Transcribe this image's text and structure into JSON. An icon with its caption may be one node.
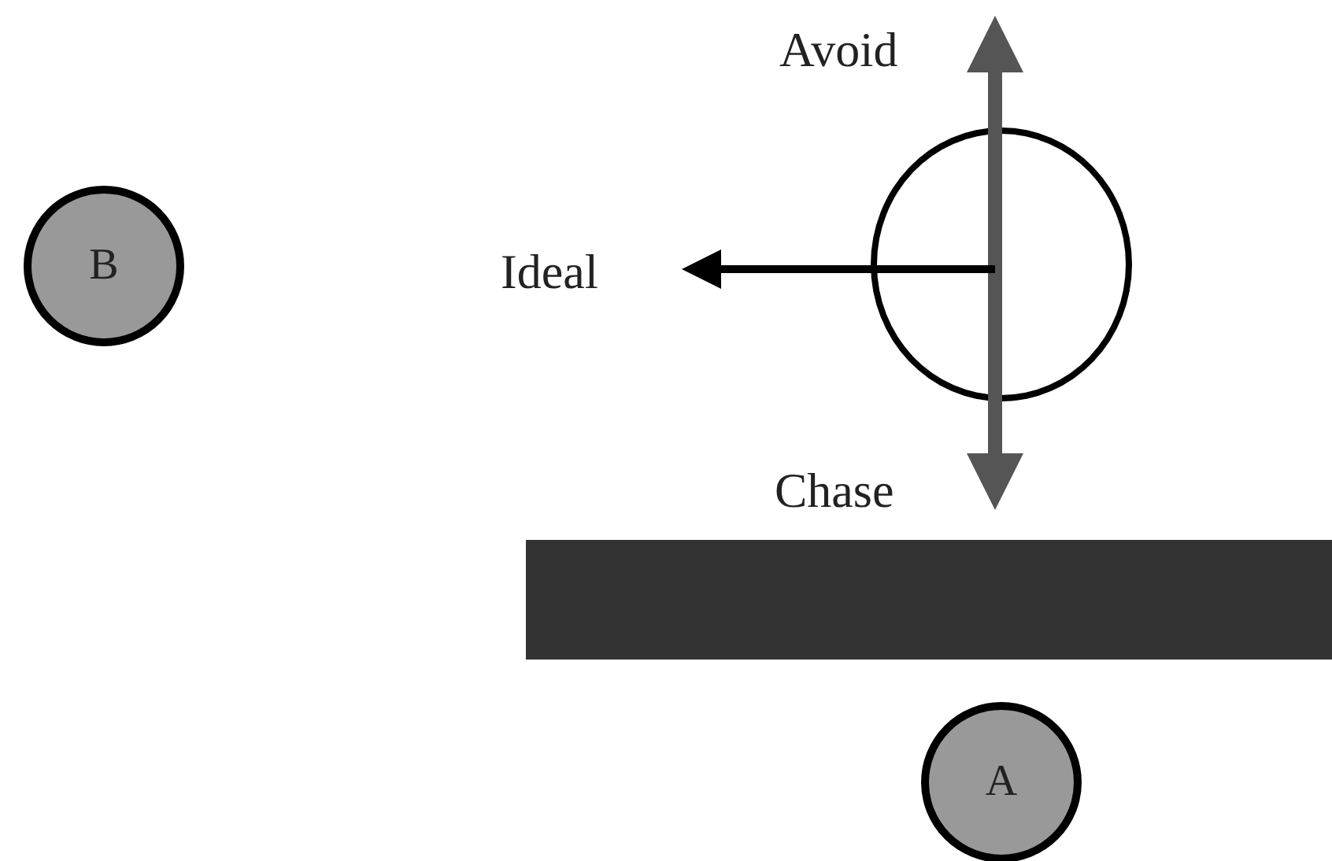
{
  "diagram": {
    "nodes": [
      {
        "text": [
          "B"
        ]
      },
      {
        "text": [],
        "shape": "circle"
      },
      {
        "text": [],
        "shape": "bar"
      },
      {
        "text": [
          "A"
        ]
      }
    ],
    "labels": [
      "Avoid",
      "Ideal",
      "Chase"
    ]
  }
}
